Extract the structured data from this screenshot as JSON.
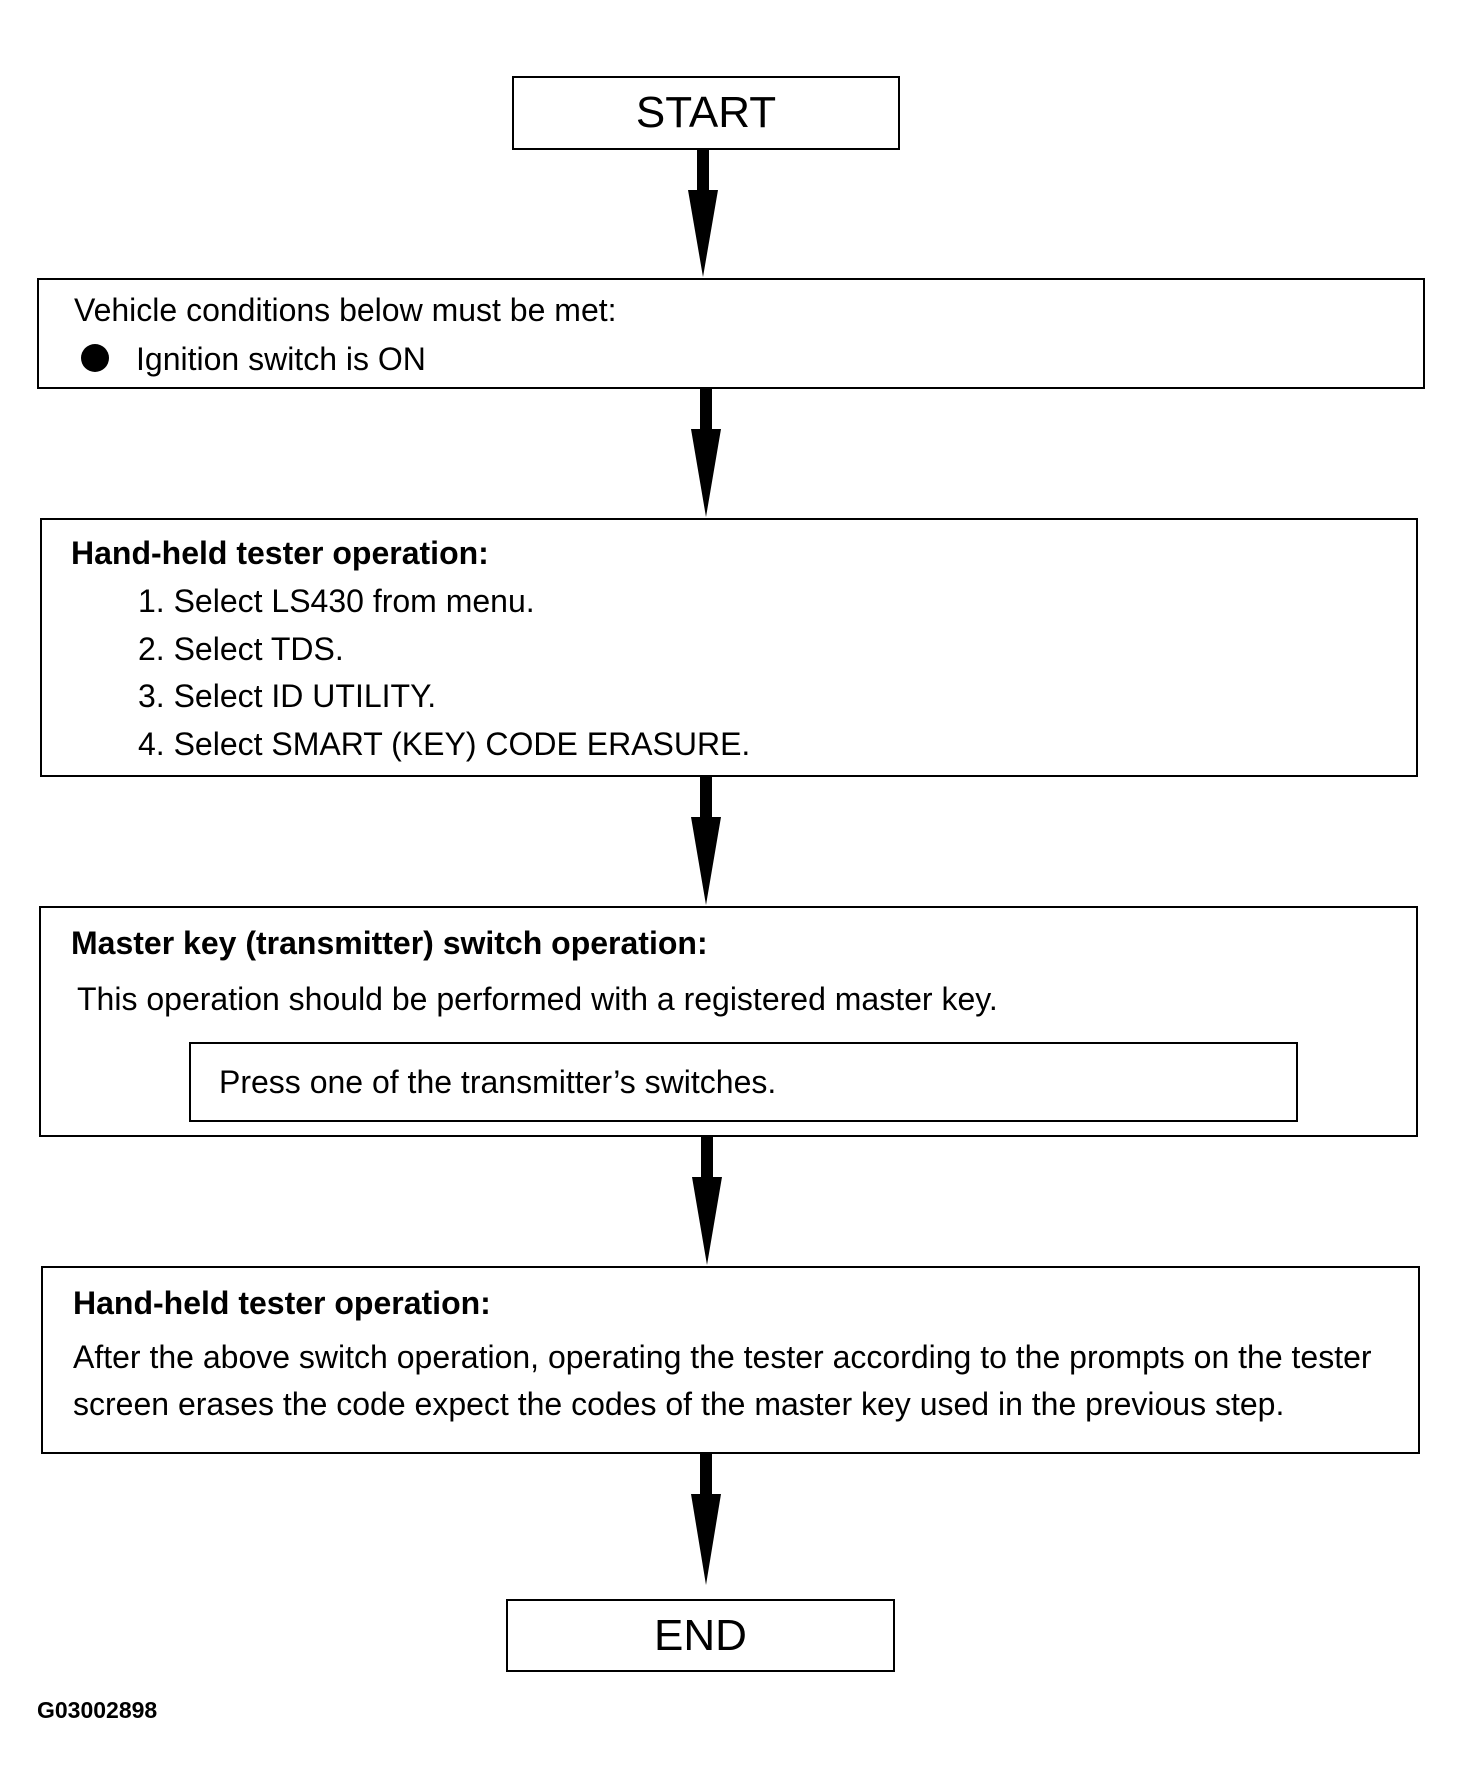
{
  "start": {
    "label": "START"
  },
  "end": {
    "label": "END"
  },
  "conditions": {
    "heading": "Vehicle conditions below must be met:",
    "bullet": "Ignition switch is ON"
  },
  "tester_op1": {
    "heading": "Hand-held tester operation:",
    "steps": [
      "1. Select LS430 from menu.",
      "2. Select TDS.",
      "3. Select ID UTILITY.",
      "4. Select SMART (KEY) CODE ERASURE."
    ]
  },
  "master_key": {
    "heading": "Master key (transmitter) switch operation:",
    "note": "This operation should be performed with a registered master key.",
    "action": "Press one of the transmitter’s switches."
  },
  "tester_op2": {
    "heading": "Hand-held tester operation:",
    "lines": [
      "After the above switch operation, operating the tester according to the prompts on the tester",
      "screen erases the code expect the codes of the master key used in the previous step."
    ]
  },
  "figure_id": "G03002898"
}
